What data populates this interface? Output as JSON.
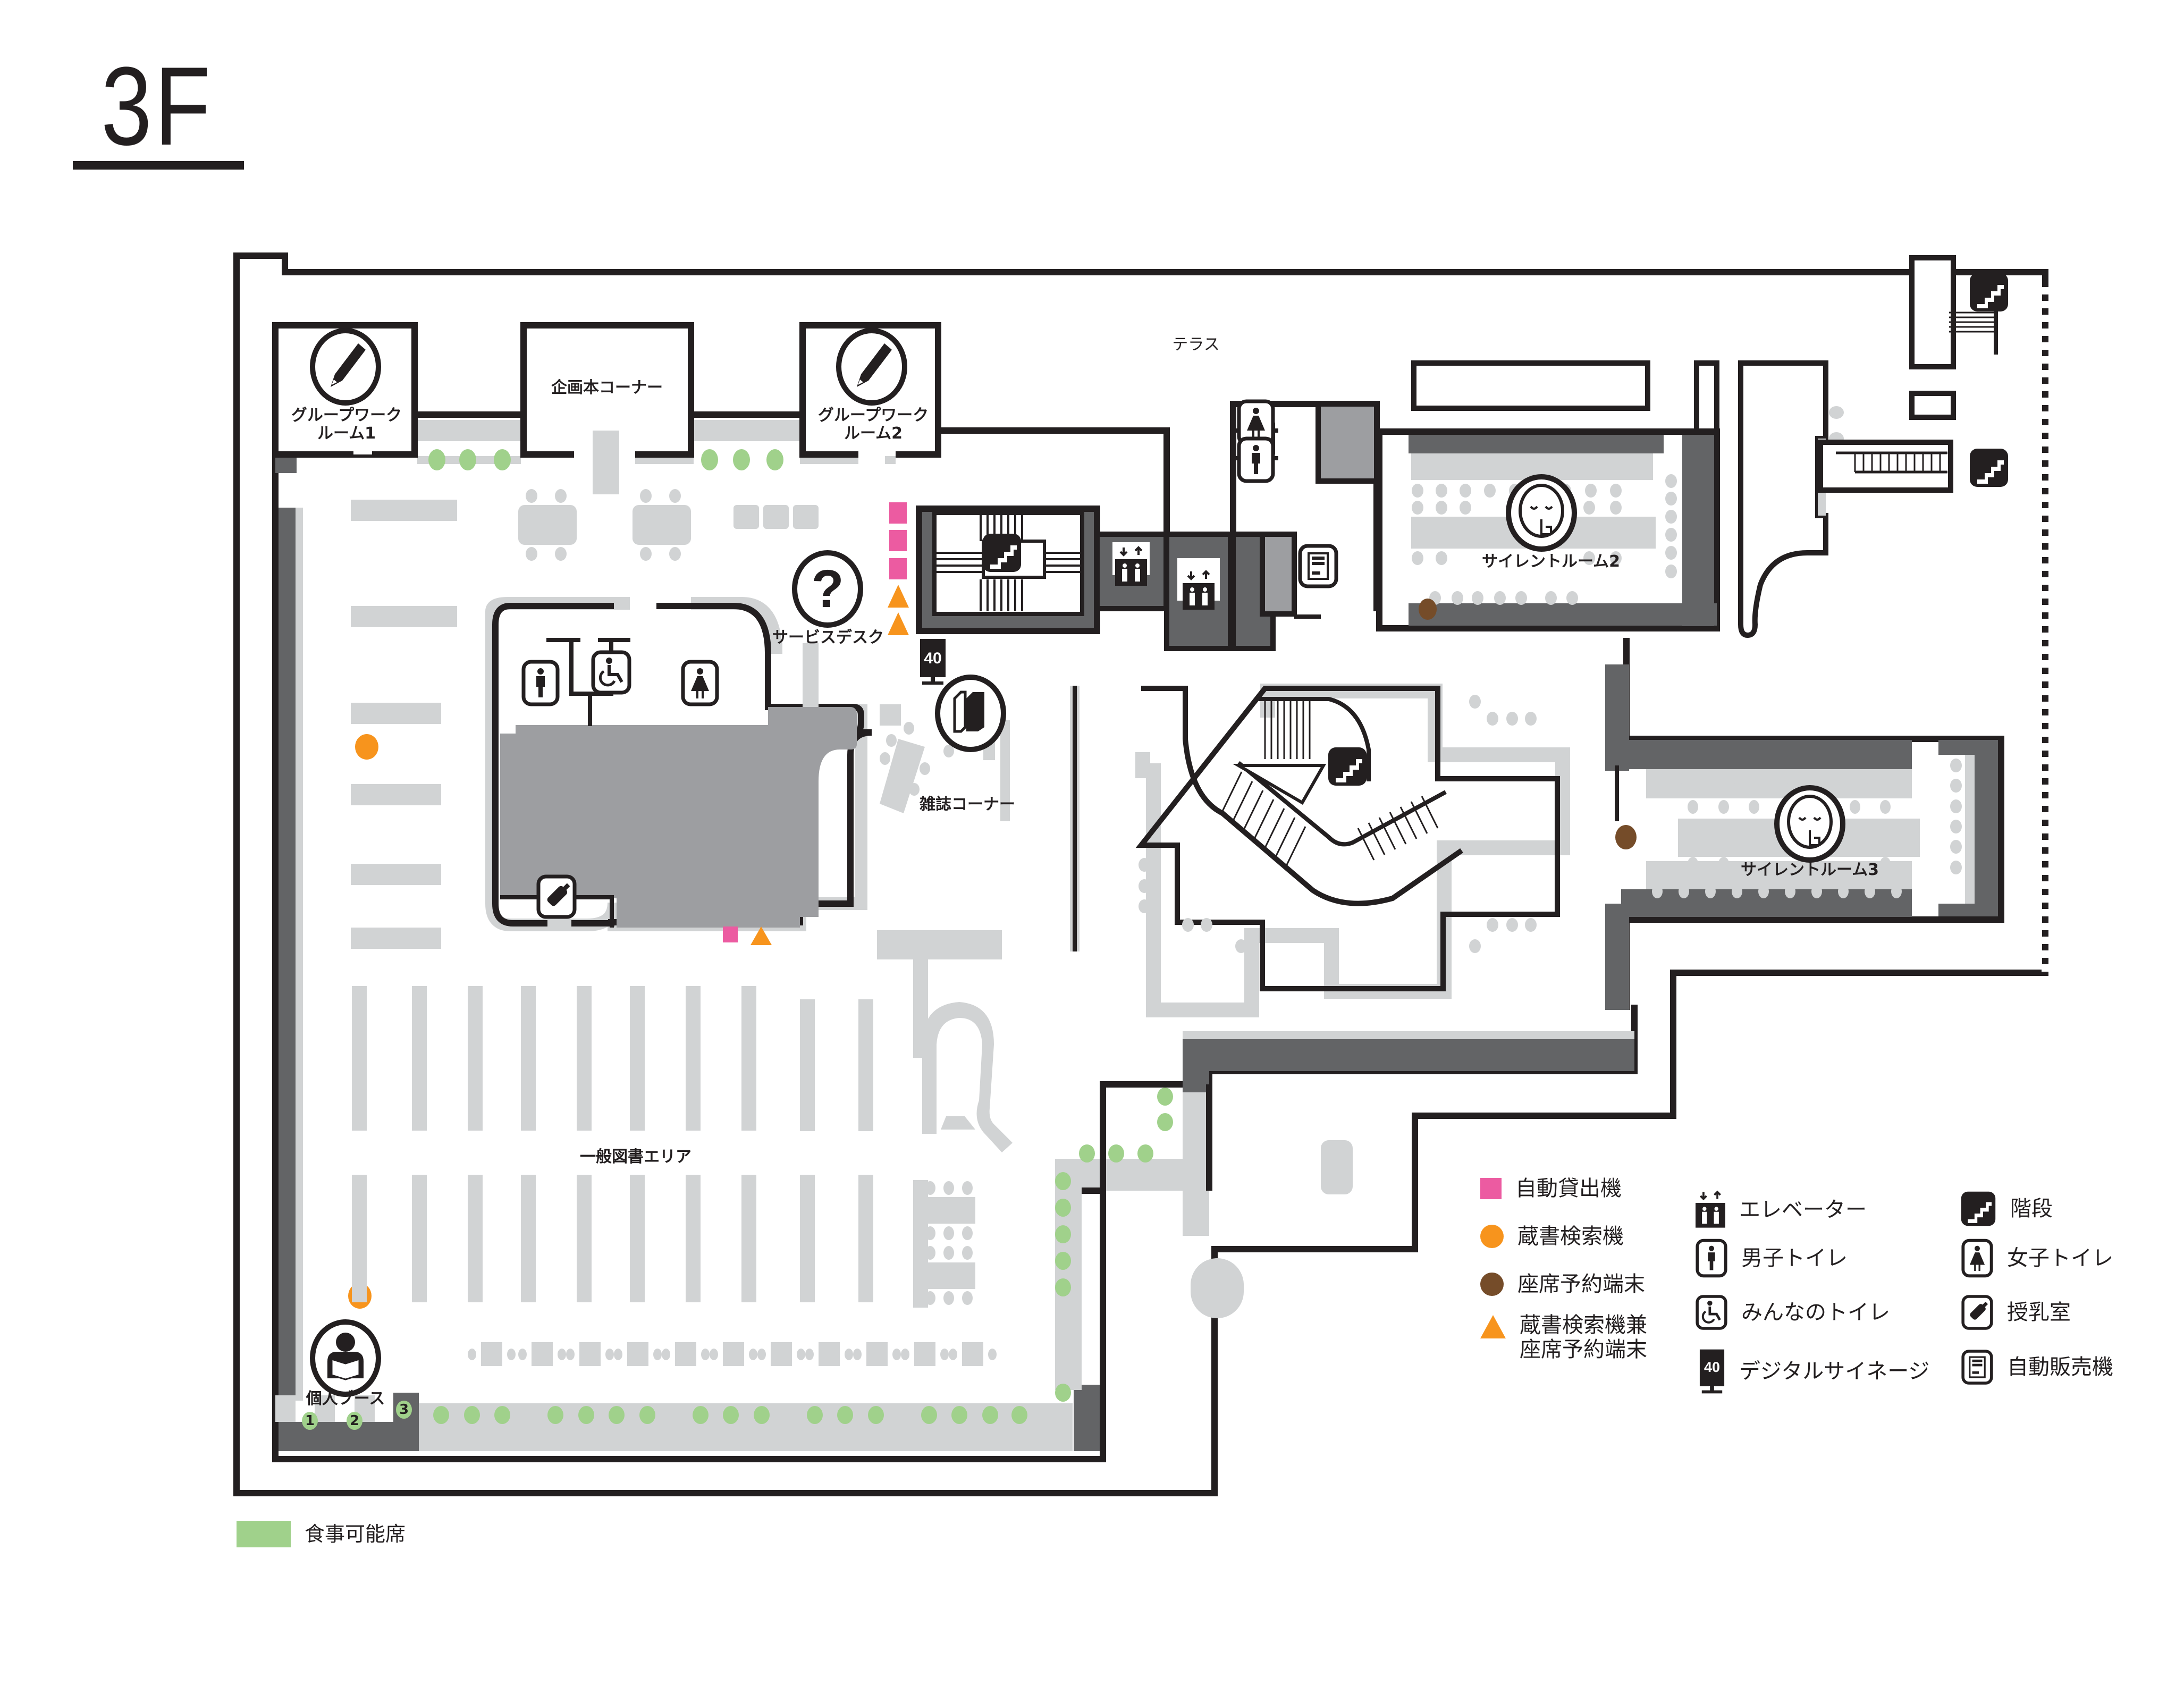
{
  "floor": {
    "title": "3F"
  },
  "colors": {
    "wall": "#231f20",
    "dark_gray": "#636466",
    "mid_gray": "#9d9ea1",
    "light_gray": "#d1d3d4",
    "eat_green": "#a0d18b",
    "pink": "#ec5ba1",
    "orange": "#f7941d",
    "brown": "#754c29"
  },
  "areas": {
    "group_room_1": {
      "line1": "グループワーク",
      "line2": "ルーム1",
      "icon": "pencil-icon"
    },
    "planning_corner": {
      "label": "企画本コーナー"
    },
    "group_room_2": {
      "line1": "グループワーク",
      "line2": "ルーム2",
      "icon": "pencil-icon"
    },
    "terrace": {
      "label": "テラス"
    },
    "service_desk": {
      "label": "サービスデスク",
      "icon": "question-icon"
    },
    "magazine_corner": {
      "label": "雑誌コーナー",
      "icon": "books-icon"
    },
    "general_books": {
      "label": "一般図書エリア",
      "icon": "books-icon"
    },
    "personal_booth": {
      "label": "個人ブース",
      "icon": "reading-person-icon",
      "booths": [
        "1",
        "2",
        "3"
      ]
    },
    "silent_room_2": {
      "label": "サイレントルーム2",
      "icon": "silent-face-icon"
    },
    "silent_room_3": {
      "label": "サイレントルーム3",
      "icon": "silent-face-icon"
    },
    "signage_number": "40"
  },
  "legend_left": [
    {
      "shape": "square",
      "color": "#ec5ba1",
      "label": "自動貸出機"
    },
    {
      "shape": "circle",
      "color": "#f7941d",
      "label": "蔵書検索機"
    },
    {
      "shape": "circle",
      "color": "#754c29",
      "label": "座席予約端末"
    },
    {
      "shape": "triangle",
      "color": "#f7941d",
      "label": "蔵書検索機兼",
      "label2": "座席予約端末"
    }
  ],
  "legend_mid": [
    {
      "icon": "elevator-icon",
      "label": "エレベーター"
    },
    {
      "icon": "mens-toilet-icon",
      "label": "男子トイレ"
    },
    {
      "icon": "accessible-toilet-icon",
      "label": "みんなのトイレ"
    },
    {
      "icon": "digital-signage-icon",
      "label": "デジタルサイネージ",
      "badge": "40"
    }
  ],
  "legend_right": [
    {
      "icon": "stairs-icon",
      "label": "階段"
    },
    {
      "icon": "womens-toilet-icon",
      "label": "女子トイレ"
    },
    {
      "icon": "nursing-room-icon",
      "label": "授乳室"
    },
    {
      "icon": "vending-machine-icon",
      "label": "自動販売機"
    }
  ],
  "legend_bottom": {
    "color": "#a0d18b",
    "label": "食事可能席"
  }
}
